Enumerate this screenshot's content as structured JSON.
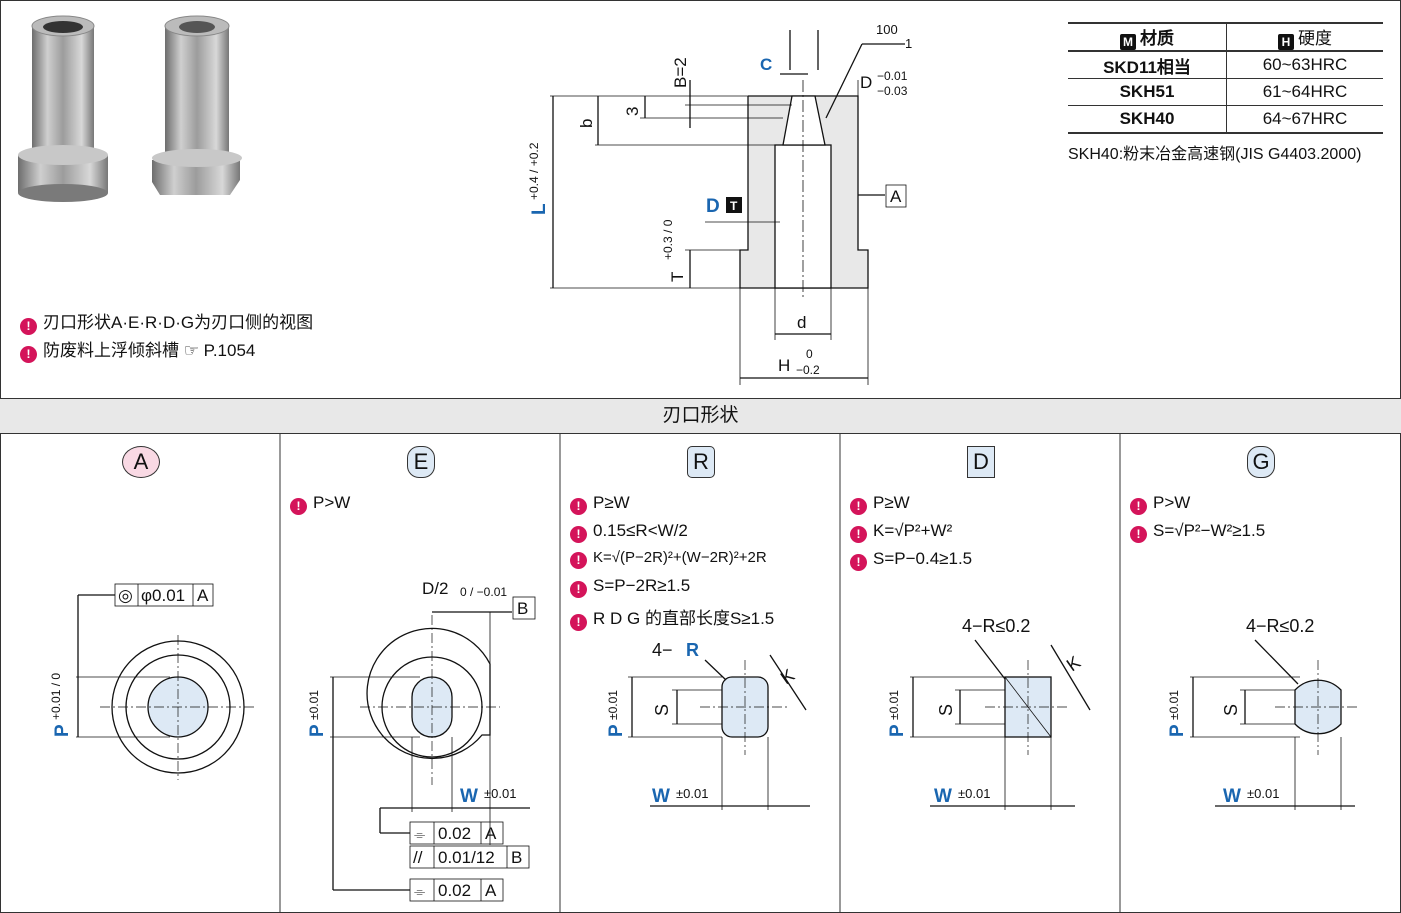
{
  "materials": {
    "header_material": "材质",
    "header_hardness": "硬度",
    "header_material_mark": "M",
    "header_hardness_mark": "H",
    "rows": [
      {
        "material": "SKD11相当",
        "hardness": "60~63HRC"
      },
      {
        "material": "SKH51",
        "hardness": "61~64HRC"
      },
      {
        "material": "SKH40",
        "hardness": "64~67HRC"
      }
    ],
    "note": "SKH40:粉末冶金高速钢(JIS G4403.2000)"
  },
  "notes": [
    "刃口形状A·E·R·D·G为刃口侧的视图",
    "防废料上浮倾斜槽 ☞ P.1054"
  ],
  "main_drawing": {
    "label_B": "B=2",
    "label_C": "C",
    "label_3": "3",
    "label_b": "b",
    "label_L": "L",
    "label_L_tol": "+0.4 / +0.2",
    "label_D_top": "D",
    "label_D_tol_top": "−0.01",
    "label_D_tol_bot": "−0.03",
    "label_100": "100",
    "label_1": "1",
    "label_A_ref": "A",
    "label_D_mark": "D",
    "label_D_mark_box": "T",
    "label_T": "T",
    "label_T_tol": "+0.3 / 0",
    "label_d": "d",
    "label_H": "H",
    "label_H_tol_top": "0",
    "label_H_tol_bot": "−0.2"
  },
  "section_title": "刃口形状",
  "shapes": [
    {
      "badge": "A",
      "badge_color": "#f9d9e4",
      "conditions": []
    },
    {
      "badge": "E",
      "badge_color": "#dde9f5",
      "conditions": [
        "P>W"
      ]
    },
    {
      "badge": "R",
      "badge_color": "#dde9f5",
      "conditions": [
        "P≥W",
        "0.15≤R<W/2",
        "K=√(P−2R)²+(W−2R)²+2R",
        "S=P−2R≥1.5",
        "R D G 的直部长度S≥1.5"
      ]
    },
    {
      "badge": "D",
      "badge_color": "#dde9f5",
      "conditions": [
        "P≥W",
        "K=√P²+W²",
        "S=P−0.4≥1.5"
      ]
    },
    {
      "badge": "G",
      "badge_color": "#dde9f5",
      "conditions": [
        "P>W",
        "S=√P²−W²≥1.5"
      ]
    }
  ],
  "shape_labels": {
    "A_P": "P",
    "A_P_tol": "+0.01 / 0",
    "A_tol_frame": [
      "◎",
      "φ0.01",
      "A"
    ],
    "E_D2": "D/2",
    "E_D2_tol": "0 / −0.01",
    "E_B": "B",
    "E_P": "P",
    "E_P_tol": "±0.01",
    "E_W": "W",
    "E_W_tol": "±0.01",
    "E_frame1": [
      "⌯",
      "0.02",
      "A"
    ],
    "E_frame2": [
      "//",
      "0.01/12",
      "B"
    ],
    "E_frame3": [
      "⌯",
      "0.02",
      "A"
    ],
    "R_4R": "4−R",
    "R_K": "K",
    "R_S": "S",
    "R_P": "P",
    "R_P_tol": "±0.01",
    "R_W": "W",
    "R_W_tol": "±0.01",
    "D_4R": "4−R≤0.2",
    "D_K": "K",
    "D_S": "S",
    "D_P": "P",
    "D_P_tol": "±0.01",
    "D_W": "W",
    "D_W_tol": "±0.01",
    "G_4R": "4−R≤0.2",
    "G_S": "S",
    "G_P": "P",
    "G_P_tol": "±0.01",
    "G_W": "W",
    "G_W_tol": "±0.01"
  },
  "colors": {
    "accent": "#1a66b0",
    "hint": "#d4145a",
    "fill": "#dde9f5"
  }
}
